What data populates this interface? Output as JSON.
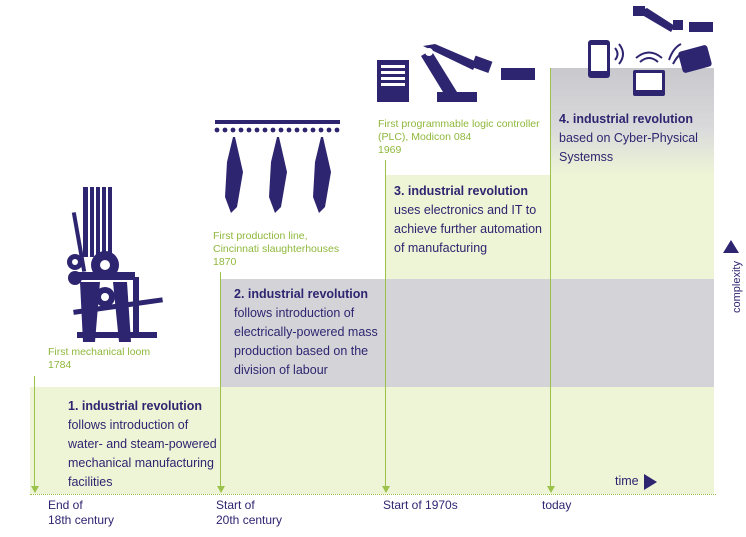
{
  "stages": [
    {
      "title": "1. industrial revolution",
      "body": "follows introduction of\nwater- and steam-powered\nmechanical manufacturing\nfacilities"
    },
    {
      "title": "2. industrial revolution",
      "body": "follows introduction of\nelectrically-powered mass\nproduction based on the\ndivision of labour"
    },
    {
      "title": "3. industrial revolution",
      "body": "uses electronics and IT to\nachieve further automation\nof manufacturing"
    },
    {
      "title": "4. industrial revolution",
      "body": "based on Cyber-Physical\nSystemss"
    }
  ],
  "milestones": [
    {
      "name": "First mechanical loom",
      "year": "1784"
    },
    {
      "name": "First production line,\nCincinnati slaughterhouses",
      "year": "1870"
    },
    {
      "name": "First programmable logic controller\n(PLC), Modicon 084",
      "year": "1969"
    }
  ],
  "eras": [
    "End of\n18th century",
    "Start of\n20th century",
    "Start of 1970s",
    "today"
  ],
  "axes": {
    "x_label": "time",
    "y_label": "complexity"
  },
  "colors": {
    "navy": "#2e2570",
    "green": "#8fb83c",
    "band_green": "#eef4d6",
    "band_grey": "#d4d4d8"
  }
}
